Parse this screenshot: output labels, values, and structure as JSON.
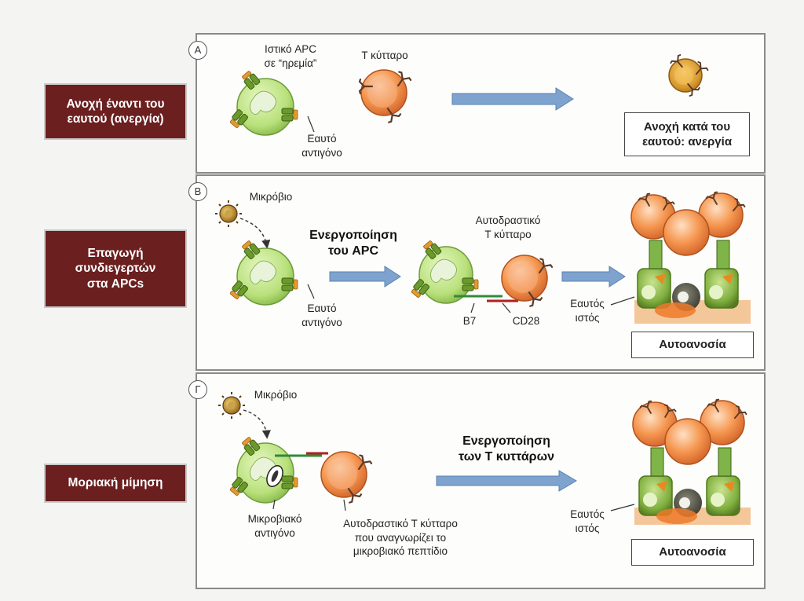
{
  "rows": [
    {
      "letter": "A",
      "side_label": "Ανοχή έναντι του\nεαυτού (ανεργία)"
    },
    {
      "letter": "B",
      "side_label": "Επαγωγή\nσυνδιεγερτών\nστα APCs"
    },
    {
      "letter": "Γ",
      "side_label": "Μοριακή μίμηση"
    }
  ],
  "panel_a": {
    "apc_label": "Ιστικό APC\nσε “ηρεμία”",
    "tcell_label": "Τ κύτταρο",
    "antigen_label": "Εαυτό\nαντιγόνο",
    "result_label": "Ανοχή κατά του\nεαυτού: ανεργία"
  },
  "panel_b": {
    "microbe_label": "Μικρόβιο",
    "activation_label": "Ενεργοποίηση\nτου APC",
    "antigen_label": "Εαυτό\nαντιγόνο",
    "autoreactive_label": "Αυτοδραστικό\nΤ κύτταρο",
    "b7_label": "B7",
    "cd28_label": "CD28",
    "tissue_label": "Εαυτός\nιστός",
    "result_label": "Αυτοανοσία"
  },
  "panel_c": {
    "microbe_label": "Μικρόβιο",
    "activation_label": "Ενεργοποίηση\nτων Τ κυττάρων",
    "antigen_label": "Μικροβιακό\nαντιγόνο",
    "autoreactive_label": "Αυτοδραστικό Τ κύτταρο\nπου αναγνωρίζει το\nμικροβιακό πεπτίδιο",
    "tissue_label": "Εαυτός\nιστός",
    "result_label": "Αυτοανοσία"
  },
  "colors": {
    "side_label_bg": "#6b1f1f",
    "arrow": "#7ea3cf",
    "apc": "#b8e07a",
    "tcell": "#f08a4b",
    "tissue": "#7fae3e"
  }
}
